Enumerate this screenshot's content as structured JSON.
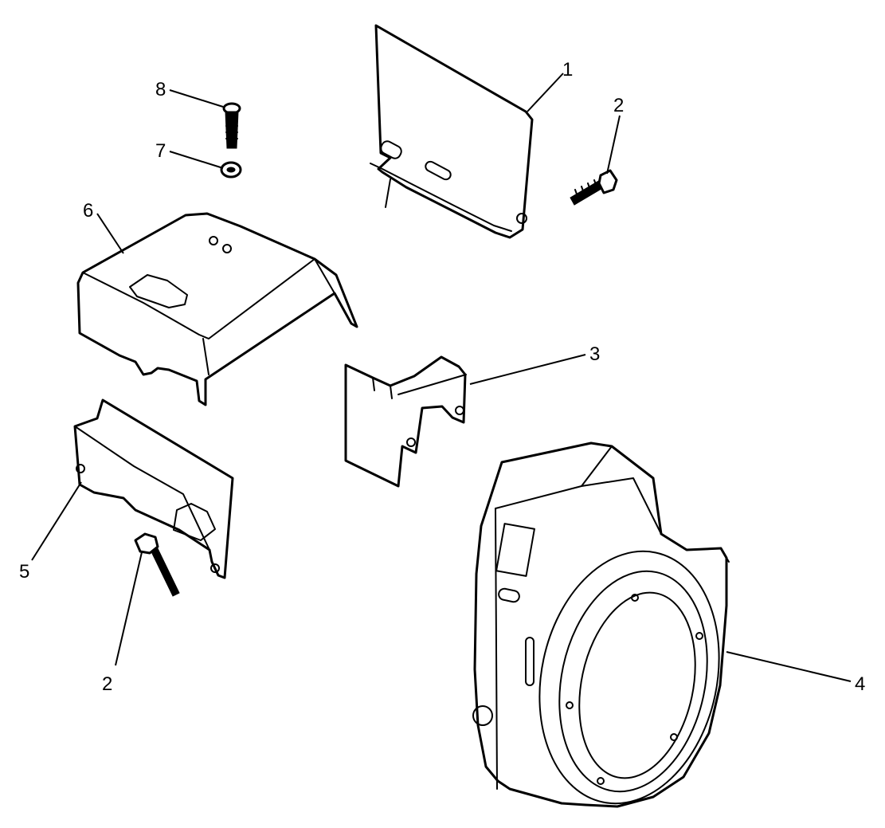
{
  "callouts": [
    {
      "id": "c1",
      "label": "1"
    },
    {
      "id": "c2a",
      "label": "2"
    },
    {
      "id": "c2b",
      "label": "2"
    },
    {
      "id": "c3",
      "label": "3"
    },
    {
      "id": "c4",
      "label": "4"
    },
    {
      "id": "c5",
      "label": "5"
    },
    {
      "id": "c6",
      "label": "6"
    },
    {
      "id": "c7",
      "label": "7"
    },
    {
      "id": "c8",
      "label": "8"
    }
  ],
  "colors": {
    "line": "#000000",
    "background": "#ffffff"
  }
}
